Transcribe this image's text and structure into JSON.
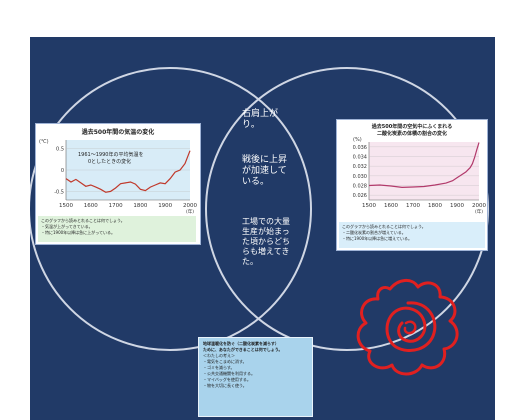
{
  "left_card": {
    "title": "過去500年間の気温の変化",
    "unit": "(℃)",
    "annotation_line1": "1961～1990年の平均気温を",
    "annotation_line2": "0としたときの変化",
    "x_unit": "(年)",
    "note_lines": [
      "このグラフから読みとれることは何でしょう。",
      "・気温が上がってきている。",
      "・特に1900年以降は急に上がっている。"
    ]
  },
  "right_card": {
    "title_line1": "過去500年間の空気中にふくまれる",
    "title_line2": "二酸化炭素の体積の割合の変化",
    "unit": "(%)",
    "x_unit": "(年)",
    "note_lines": [
      "このグラフから読みとれることは何でしょう。",
      "・二酸化炭素の割合が増えている。",
      "・特に1900年以降は急に増えている。"
    ]
  },
  "center": {
    "text1": "右肩上がり。",
    "text2": "戦後に上昇が加速している。",
    "text3": "工場での大量生産が始まった頃からどちらも増えてきた。"
  },
  "bottom_card": {
    "lines": [
      "地球温暖化を防ぐ（二酸化炭素を減らす）",
      "ために、あなたができることは何でしょう。",
      "＜わたしの考え＞",
      "・電気をこまめに消す。",
      "・ゴミを減らす。",
      "・公共交通機関を利用する。",
      "・マイバッグを使用する。",
      "・物を大切に長く使う。"
    ]
  },
  "colors": {
    "slide_bg": "#213a67",
    "ring": "#cfd6e4",
    "left_line": "#c0392b",
    "right_line": "#b23a6b",
    "scribble": "#e02020"
  },
  "chart_data": [
    {
      "type": "line",
      "title": "過去500年間の気温の変化",
      "xlabel": "(年)",
      "ylabel": "(℃)",
      "x_ticks": [
        1500,
        1600,
        1700,
        1800,
        1900,
        2000
      ],
      "y_ticks": [
        -0.5,
        0,
        0.5
      ],
      "ylim": [
        -0.7,
        0.7
      ],
      "xlim": [
        1500,
        2000
      ],
      "x": [
        1500,
        1520,
        1540,
        1560,
        1580,
        1600,
        1620,
        1640,
        1660,
        1680,
        1700,
        1720,
        1740,
        1760,
        1780,
        1800,
        1820,
        1840,
        1860,
        1880,
        1900,
        1920,
        1940,
        1960,
        1980,
        2000
      ],
      "values": [
        -0.2,
        -0.28,
        -0.22,
        -0.3,
        -0.38,
        -0.35,
        -0.4,
        -0.45,
        -0.52,
        -0.5,
        -0.42,
        -0.32,
        -0.3,
        -0.28,
        -0.33,
        -0.45,
        -0.48,
        -0.4,
        -0.35,
        -0.3,
        -0.32,
        -0.2,
        -0.05,
        0.0,
        0.15,
        0.45
      ]
    },
    {
      "type": "line",
      "title": "過去500年間の空気中にふくまれる二酸化炭素の体積の割合の変化",
      "xlabel": "(年)",
      "ylabel": "(%)",
      "x_ticks": [
        1500,
        1600,
        1700,
        1800,
        1900,
        2000
      ],
      "y_ticks": [
        0.026,
        0.028,
        0.03,
        0.032,
        0.034,
        0.036
      ],
      "ylim": [
        0.025,
        0.037
      ],
      "xlim": [
        1500,
        2000
      ],
      "x": [
        1500,
        1550,
        1600,
        1650,
        1700,
        1750,
        1800,
        1850,
        1880,
        1900,
        1920,
        1940,
        1960,
        1970,
        1980,
        1990,
        2000
      ],
      "values": [
        0.028,
        0.0281,
        0.0279,
        0.0276,
        0.0277,
        0.0278,
        0.0281,
        0.0285,
        0.029,
        0.0296,
        0.0302,
        0.0308,
        0.0317,
        0.0325,
        0.0338,
        0.0354,
        0.0369
      ]
    }
  ]
}
